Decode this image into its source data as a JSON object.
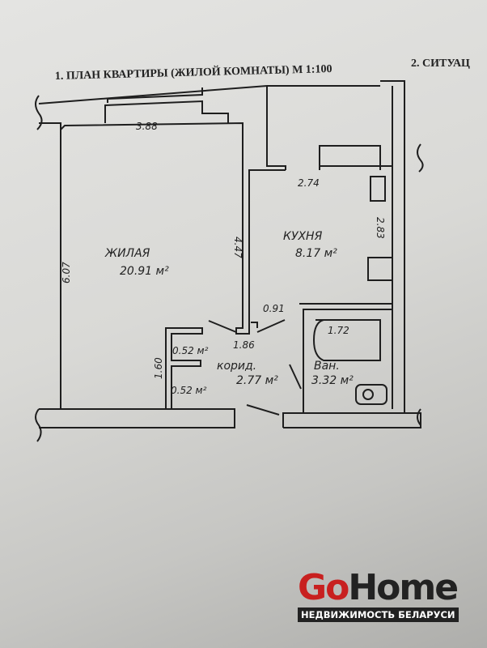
{
  "document": {
    "title": "1. ПЛАН КВАРТИРЫ (ЖИЛОЙ КОМНАТЫ) М 1:100",
    "title_2": "2. СИТУАЦ"
  },
  "plan": {
    "living_room": {
      "name": "ЖИЛАЯ",
      "area": "20.91 м²",
      "width": "3.88",
      "depth": "4.47",
      "total_length": "6.07"
    },
    "kitchen": {
      "name": "КУХНЯ",
      "area": "8.17 м²",
      "width": "2.74",
      "depth": "2.83"
    },
    "corridor": {
      "name": "корид.",
      "area": "2.77 м²",
      "width": "1.86",
      "door_width": "0.91"
    },
    "bathroom": {
      "name": "Ван.",
      "area": "3.32 м²",
      "bathtub": "1.72"
    },
    "closets": {
      "length": "1.60",
      "closet_1_area": "0.52 м²",
      "closet_2_area": "0.52 м²"
    }
  },
  "watermark": {
    "brand_go": "Go",
    "brand_home": "Home",
    "tagline": "НЕДВИЖИМОСТЬ БЕЛАРУСИ"
  }
}
